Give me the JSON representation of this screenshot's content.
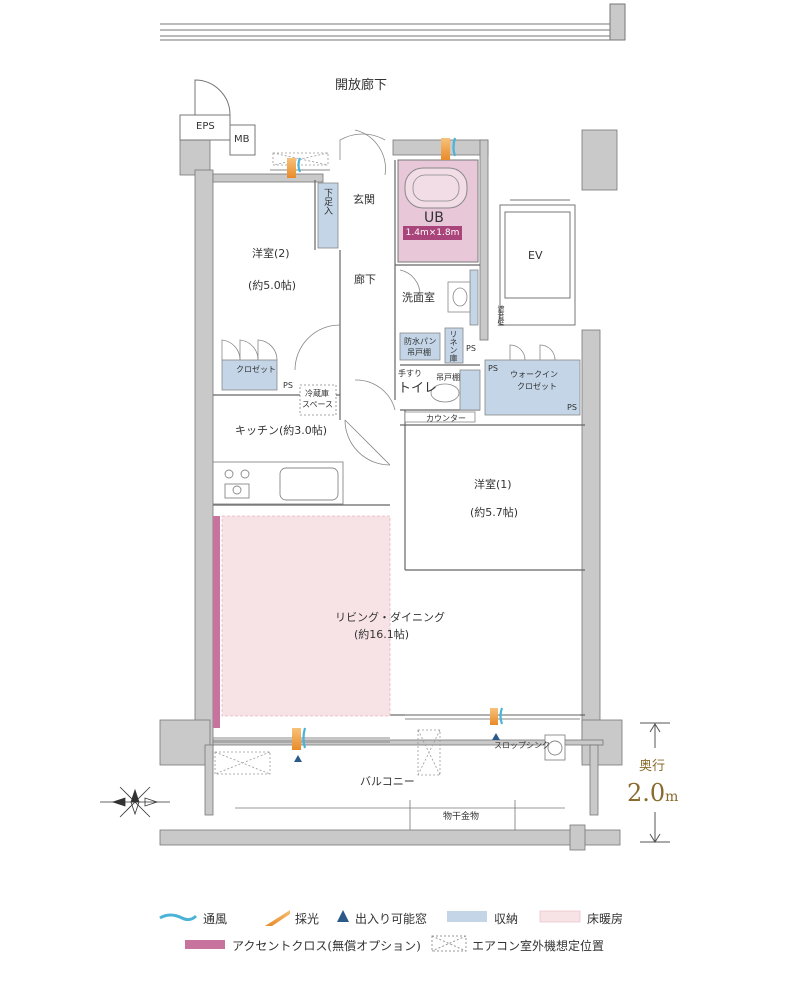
{
  "labels": {
    "corridor": "開放廊下",
    "eps": "EPS",
    "mb": "MB",
    "genkan": "玄関",
    "getabako": "下足入",
    "ub": "UB",
    "ub_size": "1.4m×1.8m",
    "ev": "EV",
    "shaon": "遮音壁",
    "yoshitsu2": "洋室(2)",
    "yoshitsu2_size": "(約5.0帖)",
    "roka": "廊下",
    "senmen": "洗面室",
    "bousui": "防水パン",
    "tsuridana1": "吊戸棚",
    "linen": "リネン庫",
    "ps": "PS",
    "closet": "クロゼット",
    "reizouko": "冷蔵庫",
    "space": "スペース",
    "tesuri": "手すり",
    "toilet": "トイレ",
    "tsuridana2": "吊戸棚",
    "walkin1": "ウォークイン",
    "walkin2": "クロゼット",
    "counter": "カウンター",
    "kitchen": "キッチン(約3.0帖)",
    "yoshitsu1": "洋室(1)",
    "yoshitsu1_size": "(約5.7帖)",
    "living": "リビング・ダイニング",
    "living_size": "(約16.1帖)",
    "slop": "スロップシンク",
    "balcony": "バルコニー",
    "monohoshi": "物干金物",
    "depth_title": "奥行",
    "depth_value": "2.0",
    "depth_unit": "m"
  },
  "legend": {
    "tsufu": "通風",
    "saiko": "採光",
    "deiri": "出入り可能窓",
    "shuno": "収納",
    "yukadanbou": "床暖房",
    "accent": "アクセントクロス(無償オプション)",
    "aircon": "エアコン室外機想定位置"
  },
  "colors": {
    "wall": "#c9c9c9",
    "storage": "#c3d5e6",
    "floor_heating": "#f7e3e6",
    "accent": "#c8739e",
    "ub": "#e8c8d8",
    "wind": "#4bb3d8",
    "light": "#f0a552",
    "door_tri": "#2b5a8a",
    "depth": "#8a6b2e"
  }
}
